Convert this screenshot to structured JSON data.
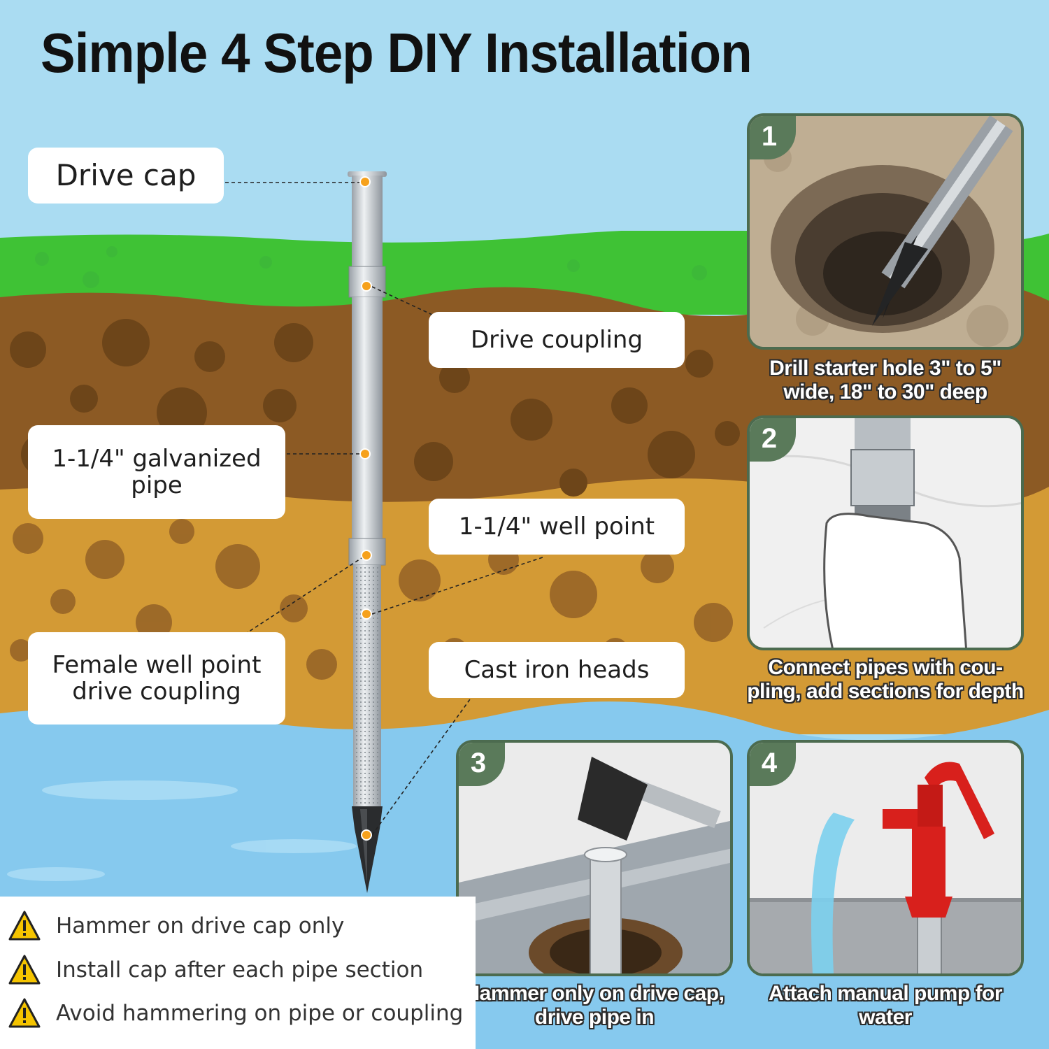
{
  "title": "Simple 4 Step DIY Installation",
  "labels": {
    "drive_cap": "Drive cap",
    "drive_coupling": "Drive coupling",
    "galvanized_pipe": "1-1/4\" galvanized pipe",
    "well_point": "1-1/4\" well point",
    "female_coupling": "Female well point drive coupling",
    "cast_iron_heads": "Cast iron heads"
  },
  "steps": [
    {
      "number": "1",
      "caption": "Drill starter hole 3\" to 5\" wide, 18\" to 30\" deep"
    },
    {
      "number": "2",
      "caption": "Connect pipes with cou- pling, add sections for depth"
    },
    {
      "number": "3",
      "caption": "Hammer only on drive cap, drive pipe in"
    },
    {
      "number": "4",
      "caption": "Attach manual pump for water"
    }
  ],
  "warnings": [
    "Hammer on drive cap only",
    "Install cap after each pipe section",
    "Avoid hammering on pipe or coupling"
  ],
  "colors": {
    "sky": "#a9dcf2",
    "grass": "#3cc133",
    "topsoil": "#8b5a22",
    "subsoil": "#d49a33",
    "water": "#86c9ee",
    "accent_dot": "#f6a11c",
    "badge": "#5a7a5a",
    "pump_red": "#d8201c"
  },
  "icons": [
    "warning-triangle-icon",
    "well-pipe-illustration",
    "hammer-icon",
    "hand-pump-icon"
  ]
}
